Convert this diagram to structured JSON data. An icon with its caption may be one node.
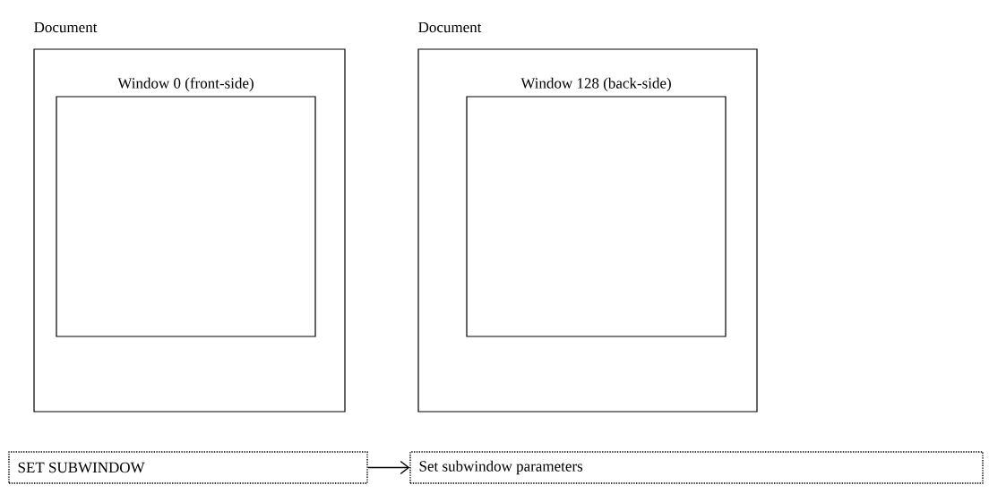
{
  "diagram": {
    "nodes": [
      {
        "text": [
          "Document"
        ]
      },
      {
        "text": [
          "Window 0 (front-side)"
        ],
        "in": 0
      },
      {
        "text": [
          "Document"
        ]
      },
      {
        "text": [
          "Window 128 (back-side)"
        ],
        "in": 2
      },
      {
        "text": [
          "SET SUBWINDOW"
        ]
      },
      {
        "text": [
          "Set subwindow parameters"
        ]
      }
    ],
    "edges": [
      {
        "from": 4,
        "to": 5,
        "arrow": "to"
      }
    ]
  }
}
